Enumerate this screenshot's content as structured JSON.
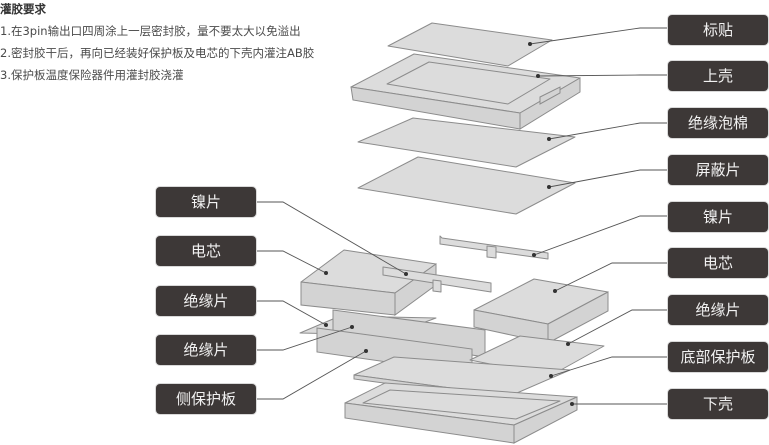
{
  "notes": {
    "title": "灌胶要求",
    "items": [
      "1.在3pin输出口四周涂上一层密封胶，量不要太大以免溢出",
      "2.密封胶干后，再向已经装好保护板及电芯的下壳内灌注AB胶",
      "3.保护板温度保险器件用灌封胶浇灌"
    ]
  },
  "labels_right": [
    "标贴",
    "上壳",
    "绝缘泡棉",
    "屏蔽片",
    "镍片",
    "电芯",
    "绝缘片",
    "底部保护板",
    "下壳"
  ],
  "labels_left": [
    "镍片",
    "电芯",
    "绝缘片",
    "绝缘片",
    "侧保护板"
  ],
  "colors": {
    "label_bg": "#3d3837",
    "label_text": "#f2f2f2",
    "part_fill": "#dcdcdc",
    "part_stroke": "#8c8c8c"
  }
}
